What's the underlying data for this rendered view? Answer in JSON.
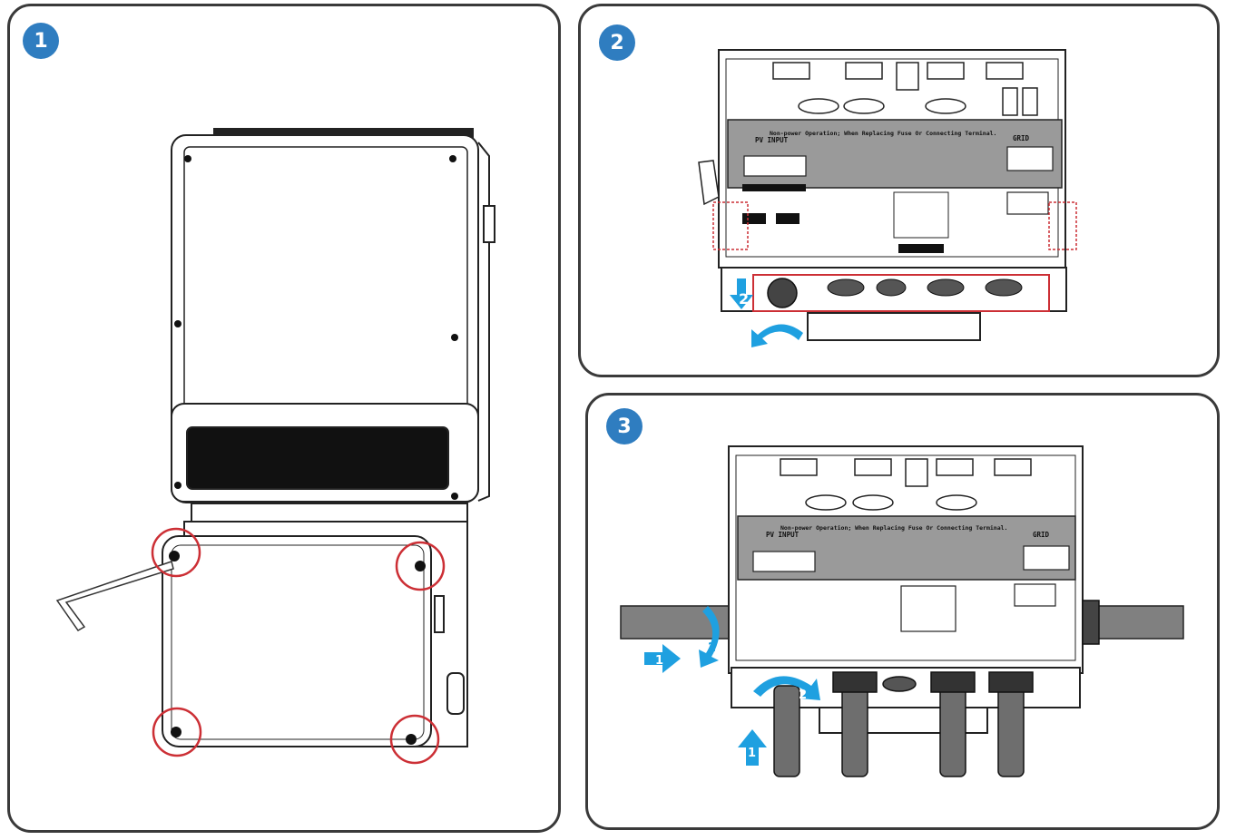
{
  "colors": {
    "frame": "#3a3a3a",
    "step_badge": "#2f7dc0",
    "highlight_circle": "#cc2f35",
    "arrow_blue": "#1fa0e0",
    "pcb_gray": "#9a9a9a",
    "cable_gray": "#808080"
  },
  "steps": [
    {
      "number": "1"
    },
    {
      "number": "2"
    },
    {
      "number": "3"
    }
  ],
  "labels": {
    "warning_text": "Non-power Operation; When Replacing Fuse Or Connecting Terminal.",
    "pv_input": "PV INPUT",
    "grid": "GRID",
    "arrow_step_1": "1",
    "arrow_step_2": "2"
  },
  "icons": [
    "hex-key-icon",
    "screw-icon",
    "cable-gland-icon",
    "arrow-down-icon",
    "arrow-up-icon",
    "arrow-right-icon",
    "rotate-arrow-icon"
  ]
}
